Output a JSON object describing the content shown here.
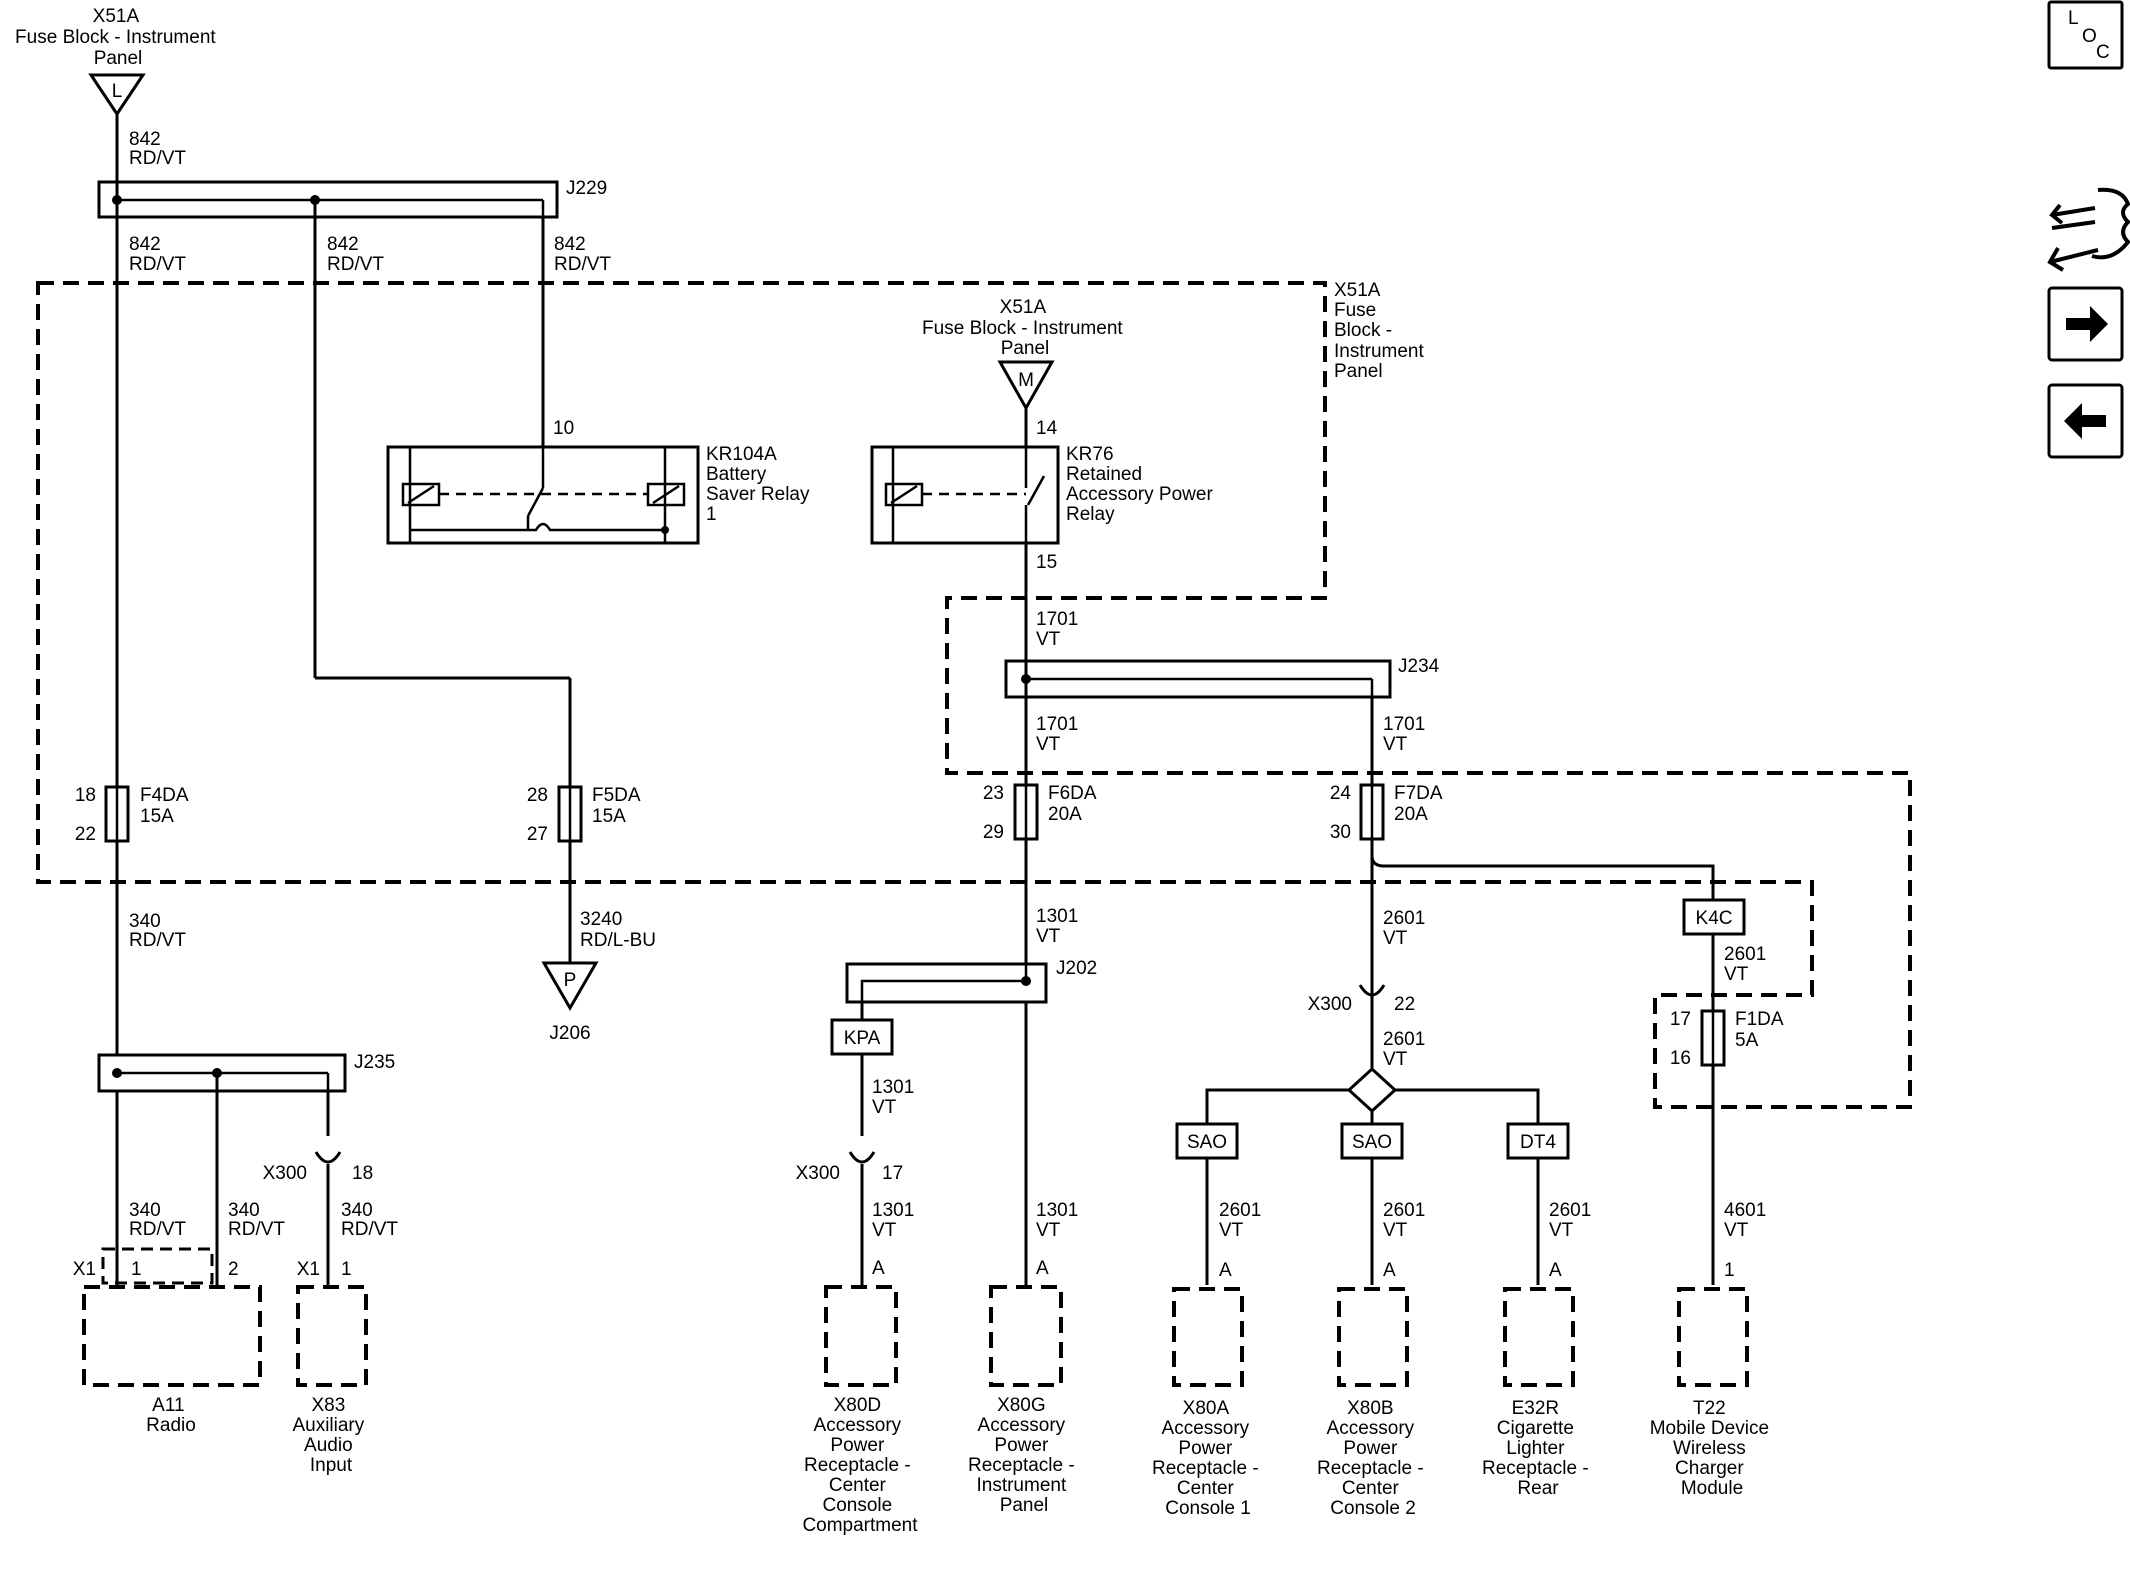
{
  "header": {
    "top_connector": [
      "X51A",
      "Fuse Block - Instrument",
      "Panel"
    ],
    "top_pin": "L"
  },
  "wires": {
    "w842": [
      "842",
      "RD/VT"
    ],
    "w340": [
      "340",
      "RD/VT"
    ],
    "w3240": [
      "3240",
      "RD/L-BU"
    ],
    "w1701": [
      "1701",
      "VT"
    ],
    "w1301": [
      "1301",
      "VT"
    ],
    "w2601": [
      "2601",
      "VT"
    ],
    "w4601": [
      "4601",
      "VT"
    ]
  },
  "splices": {
    "j229": "J229",
    "j234": "J234",
    "j202": "J202",
    "j235": "J235",
    "j206": "J206"
  },
  "fuse_block_box": [
    "X51A",
    "Fuse",
    "Block -",
    "Instrument",
    "Panel"
  ],
  "relay_feed": {
    "label": [
      "X51A",
      "Fuse Block - Instrument",
      "Panel"
    ],
    "pin": "M"
  },
  "relays": {
    "kr104a": {
      "pin_in": "10",
      "label": [
        "KR104A",
        "Battery",
        "Saver Relay",
        "1"
      ]
    },
    "kr76": {
      "pin_in": "14",
      "pin_out": "15",
      "label": [
        "KR76",
        "Retained",
        "Accessory Power",
        "Relay"
      ]
    }
  },
  "fuses": {
    "f4da": {
      "pins": [
        "18",
        "22"
      ],
      "label": [
        "F4DA",
        "15A"
      ]
    },
    "f5da": {
      "pins": [
        "28",
        "27"
      ],
      "label": [
        "F5DA",
        "15A"
      ]
    },
    "f6da": {
      "pins": [
        "23",
        "29"
      ],
      "label": [
        "F6DA",
        "20A"
      ]
    },
    "f7da": {
      "pins": [
        "24",
        "30"
      ],
      "label": [
        "F7DA",
        "20A"
      ]
    },
    "f1da": {
      "pins": [
        "17",
        "16"
      ],
      "label": [
        "F1DA",
        "5A"
      ]
    }
  },
  "connector_p": "P",
  "inline": {
    "x300_18": [
      "X300",
      "18"
    ],
    "x300_17": [
      "X300",
      "17"
    ],
    "x300_22": [
      "X300",
      "22"
    ]
  },
  "options": {
    "kpa": "KPA",
    "k4c": "K4C",
    "sao1": "SAO",
    "sao2": "SAO",
    "dt4": "DT4"
  },
  "pins": {
    "x1": "X1",
    "one": "1",
    "two": "2",
    "a": "A"
  },
  "components": {
    "a11": [
      "A11",
      "Radio"
    ],
    "x83": [
      "X83",
      "Auxiliary",
      "Audio",
      "Input"
    ],
    "x80d": [
      "X80D",
      "Accessory",
      "Power",
      "Receptacle -",
      "Center",
      "Console",
      "Compartment"
    ],
    "x80g": [
      "X80G",
      "Accessory",
      "Power",
      "Receptacle -",
      "Instrument",
      "Panel"
    ],
    "x80a": [
      "X80A",
      "Accessory",
      "Power",
      "Receptacle -",
      "Center",
      "Console 1"
    ],
    "x80b": [
      "X80B",
      "Accessory",
      "Power",
      "Receptacle -",
      "Center",
      "Console 2"
    ],
    "e32r": [
      "E32R",
      "Cigarette",
      "Lighter",
      "Receptacle -",
      "Rear"
    ],
    "t22": [
      "T22",
      "Mobile Device",
      "Wireless",
      "Charger",
      "Module"
    ]
  },
  "sidebar": {
    "loc": [
      "L",
      "O",
      "C"
    ]
  }
}
